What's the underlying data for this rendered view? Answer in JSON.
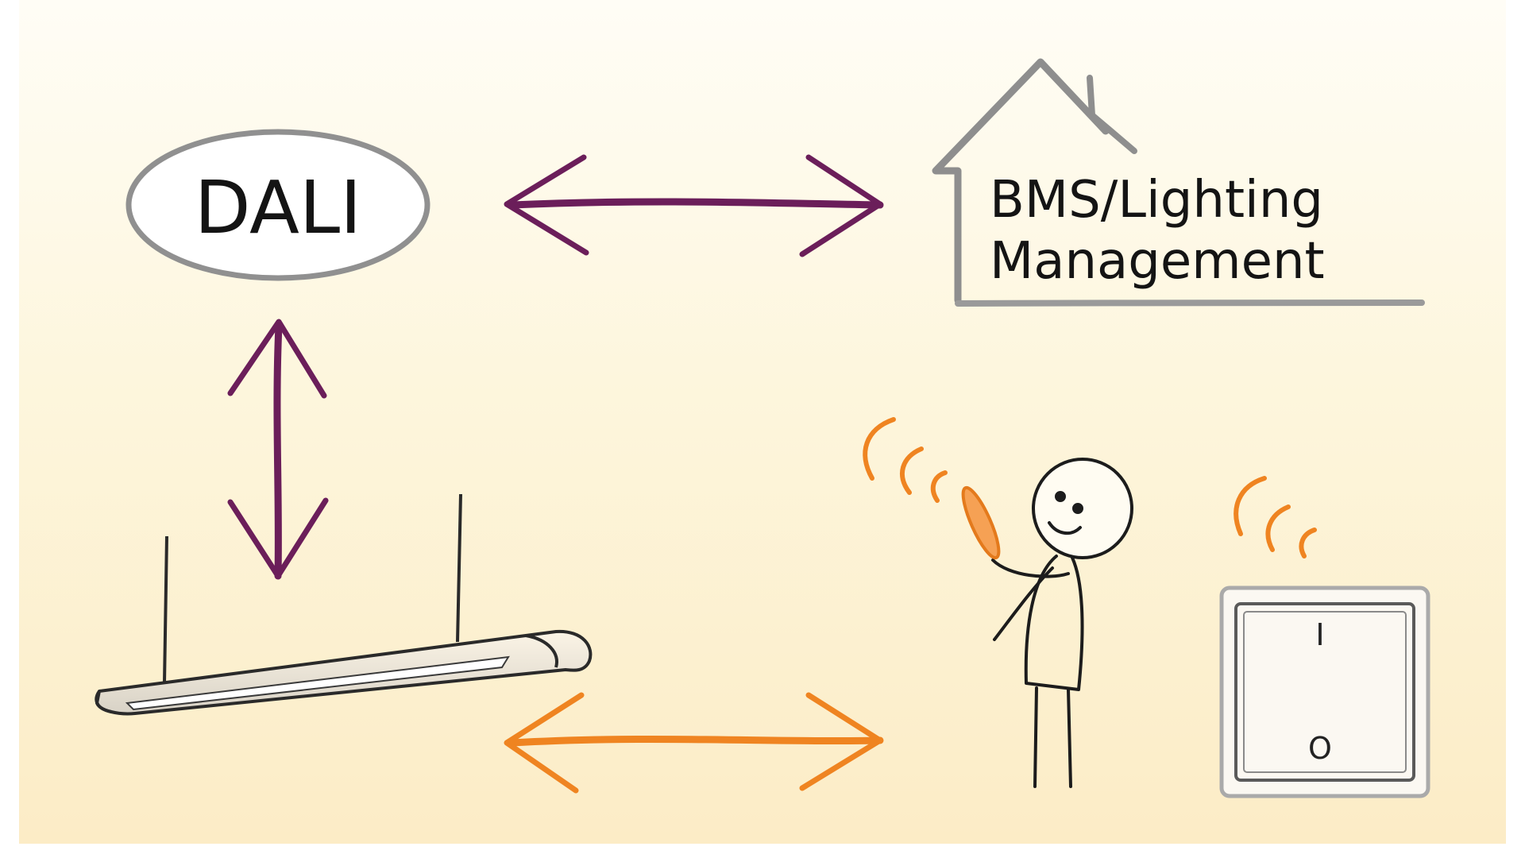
{
  "diagram": {
    "dali_label": "DALI",
    "bms_line1": "BMS/Lighting",
    "bms_line2": "Management",
    "switch_on_mark": "I",
    "switch_off_mark": "O"
  },
  "colors": {
    "background_top": "#fffdf5",
    "background_bottom": "#fdeeca",
    "frame": "#ffffff",
    "dali_arrow": "#6b1e5a",
    "wireless_arrow": "#ef8421",
    "signal_waves": "#ef8421",
    "outline_grey": "#8f8f8f",
    "ink": "#141414"
  },
  "icons": {
    "house": "house-outline-icon",
    "luminaire": "pendant-luminaire-icon",
    "person": "stick-figure-person-icon",
    "remote": "remote-control-icon",
    "switch": "wall-switch-icon",
    "waves": "wireless-signal-icon"
  }
}
